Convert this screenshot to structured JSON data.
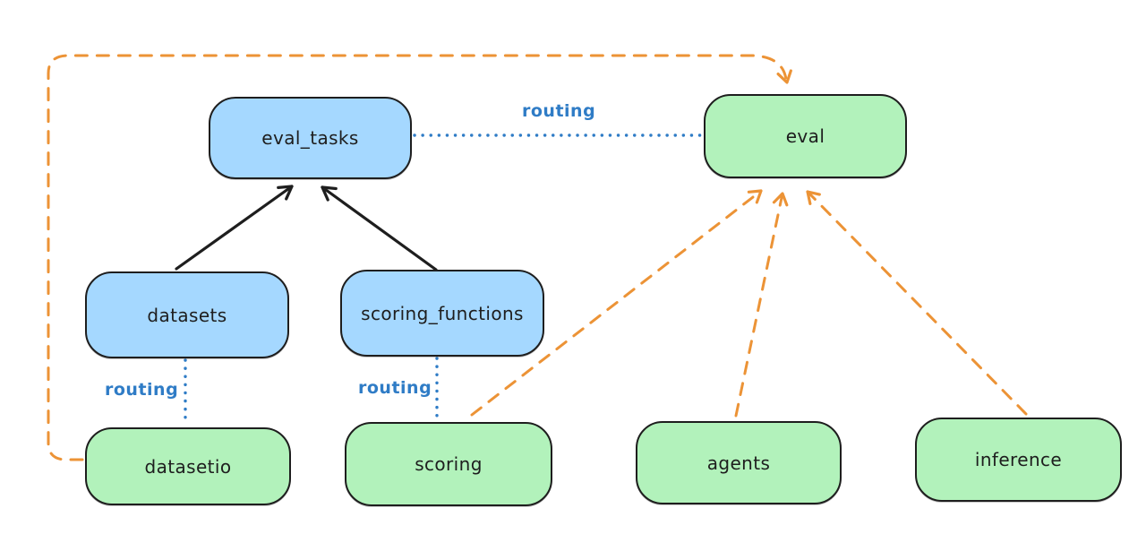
{
  "diagram": {
    "nodes": {
      "eval_tasks": {
        "label": "eval_tasks",
        "color": "blue"
      },
      "datasets": {
        "label": "datasets",
        "color": "blue"
      },
      "scoring_functions": {
        "label": "scoring_functions",
        "color": "blue"
      },
      "eval": {
        "label": "eval",
        "color": "green"
      },
      "datasetio": {
        "label": "datasetio",
        "color": "green"
      },
      "scoring": {
        "label": "scoring",
        "color": "green"
      },
      "agents": {
        "label": "agents",
        "color": "green"
      },
      "inference": {
        "label": "inference",
        "color": "green"
      }
    },
    "edges": [
      {
        "from": "datasets",
        "to": "eval_tasks",
        "style": "solid-black-arrow"
      },
      {
        "from": "scoring_functions",
        "to": "eval_tasks",
        "style": "solid-black-arrow"
      },
      {
        "from": "eval_tasks",
        "to": "eval",
        "style": "dotted-blue-line",
        "label": "routing"
      },
      {
        "from": "datasets",
        "to": "datasetio",
        "style": "dotted-blue-line",
        "label": "routing"
      },
      {
        "from": "scoring_functions",
        "to": "scoring",
        "style": "dotted-blue-line",
        "label": "routing"
      },
      {
        "from": "datasetio",
        "to": "eval",
        "style": "dashed-orange-arrow"
      },
      {
        "from": "scoring",
        "to": "eval",
        "style": "dashed-orange-arrow"
      },
      {
        "from": "agents",
        "to": "eval",
        "style": "dashed-orange-arrow"
      },
      {
        "from": "inference",
        "to": "eval",
        "style": "dashed-orange-arrow"
      }
    ],
    "routing_labels": [
      {
        "text": "routing"
      },
      {
        "text": "routing"
      },
      {
        "text": "routing"
      }
    ],
    "colors": {
      "blue_fill": "#a5d8ff",
      "green_fill": "#b2f2bb",
      "stroke": "#1e1e1e",
      "routing_blue": "#2f7cc6",
      "orange": "#ec9336",
      "background": "#ffffff"
    }
  }
}
